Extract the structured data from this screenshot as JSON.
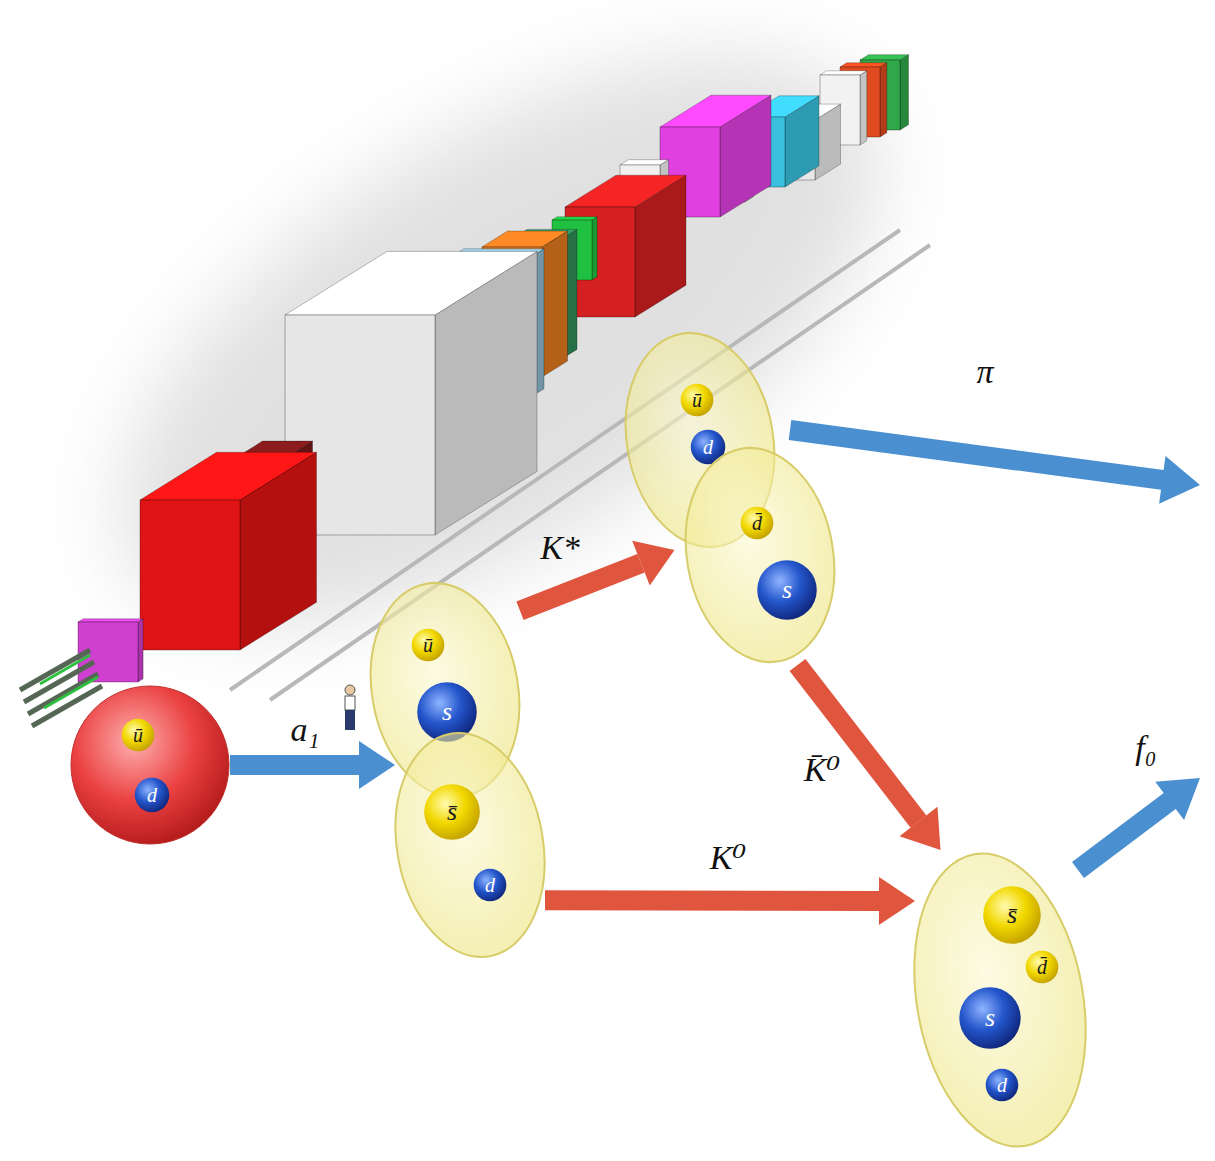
{
  "diagram": {
    "nodes": [
      {
        "text": []
      },
      {
        "text": [
          "ū"
        ],
        "in": 0
      },
      {
        "text": [
          "d"
        ],
        "in": 0
      },
      {
        "text": []
      },
      {
        "text": [
          "ū"
        ],
        "in": 3
      },
      {
        "text": [
          "s"
        ],
        "in": 3
      },
      {
        "text": []
      },
      {
        "text": [
          "s̄"
        ],
        "in": 6
      },
      {
        "text": [
          "d"
        ],
        "in": 6
      },
      {
        "text": []
      },
      {
        "text": [
          "ū"
        ],
        "in": 9
      },
      {
        "text": [
          "d"
        ],
        "in": 9
      },
      {
        "text": []
      },
      {
        "text": [
          "d̄"
        ],
        "in": 12
      },
      {
        "text": [
          "s"
        ],
        "in": 12
      },
      {
        "text": []
      },
      {
        "text": [
          "s̄"
        ],
        "in": 15
      },
      {
        "text": [
          "d̄"
        ],
        "in": 15
      },
      {
        "text": [
          "s"
        ],
        "in": 15
      },
      {
        "text": [
          "d"
        ],
        "in": 15
      }
    ],
    "edges": [
      {
        "from": 0,
        "to": 6,
        "label": "a₁",
        "arrow": "to"
      },
      {
        "from": 3,
        "to": 9,
        "label": "K*",
        "arrow": "to"
      },
      {
        "from": 6,
        "to": 15,
        "label": "K⁰",
        "arrow": "to"
      },
      {
        "from": 12,
        "to": 15,
        "label": "K̄⁰",
        "arrow": "to"
      }
    ],
    "labels": [
      "π",
      "f₀"
    ]
  }
}
